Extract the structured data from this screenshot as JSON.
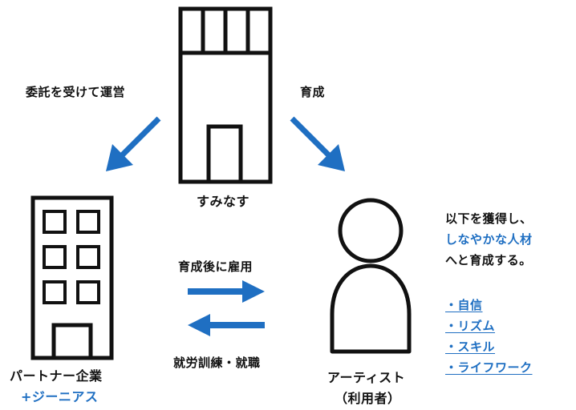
{
  "colors": {
    "arrow": "#1f6fc2",
    "highlight": "#1f6fc2",
    "text": "#111111",
    "background": "#ffffff"
  },
  "icons": {
    "headquarters": "tall-building-icon",
    "partner": "office-building-icon",
    "artist": "person-icon",
    "arrows": [
      "diagonal-arrow-icon",
      "diagonal-arrow-icon",
      "right-arrow-icon",
      "left-arrow-icon"
    ]
  },
  "nodes": {
    "center": {
      "label": "すみなす"
    },
    "partner": {
      "label_line1": "パートナー企業",
      "label_line2": "+ジーニアス"
    },
    "artist": {
      "label_line1": "アーティスト",
      "label_line2": "（利用者）"
    }
  },
  "edges": {
    "center_to_partner": "委託を受けて運営",
    "center_to_artist": "育成",
    "partner_from_artist": "育成後に雇用",
    "artist_from_partner": "就労訓練・就職"
  },
  "description": {
    "line1": "以下を獲得し、",
    "line2": "しなやかな人材",
    "line3": "へと育成する。",
    "items": [
      "・自信",
      "・リズム",
      "・スキル",
      "・ライフワーク"
    ]
  }
}
